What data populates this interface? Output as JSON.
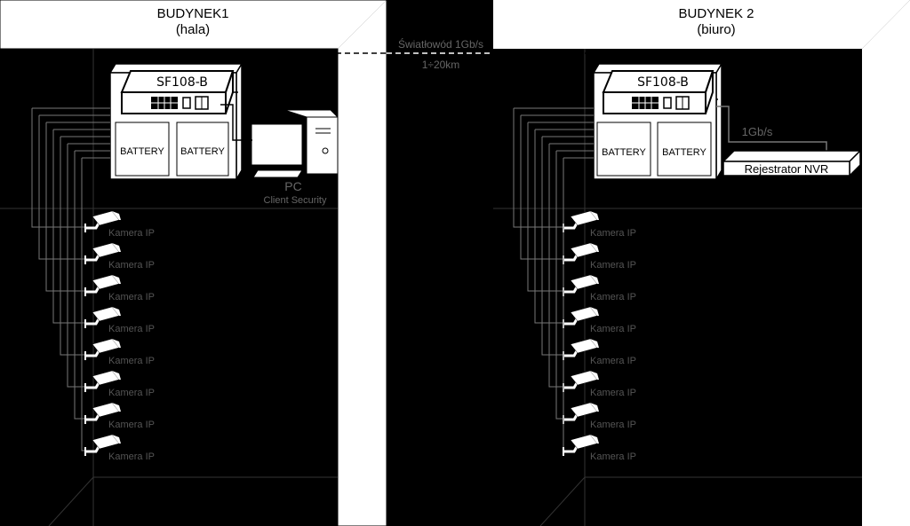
{
  "building1": {
    "title": "BUDYNEK1",
    "subtitle": "(hala)",
    "switch_model": "SF108-B",
    "battery_labels": [
      "BATTERY",
      "BATTERY"
    ],
    "pc_label": "PC",
    "pc_sublabel": "Client Security",
    "cameras": [
      "Kamera IP",
      "Kamera IP",
      "Kamera IP",
      "Kamera IP",
      "Kamera IP",
      "Kamera IP",
      "Kamera IP",
      "Kamera IP"
    ]
  },
  "building2": {
    "title": "BUDYNEK 2",
    "subtitle": "(biuro)",
    "switch_model": "SF108-B",
    "battery_labels": [
      "BATTERY",
      "BATTERY"
    ],
    "nvr_label": "Rejestrator NVR",
    "nvr_link_label": "1Gb/s",
    "cameras": [
      "Kamera IP",
      "Kamera IP",
      "Kamera IP",
      "Kamera IP",
      "Kamera IP",
      "Kamera IP",
      "Kamera IP",
      "Kamera IP"
    ]
  },
  "fiber_link": {
    "label": "Światłowód 1Gb/s",
    "distance": "1÷20km"
  },
  "colors": {
    "background": "#000000",
    "wall": "#ffffff",
    "grey_wire": "#777777",
    "grey_text": "#666666"
  }
}
